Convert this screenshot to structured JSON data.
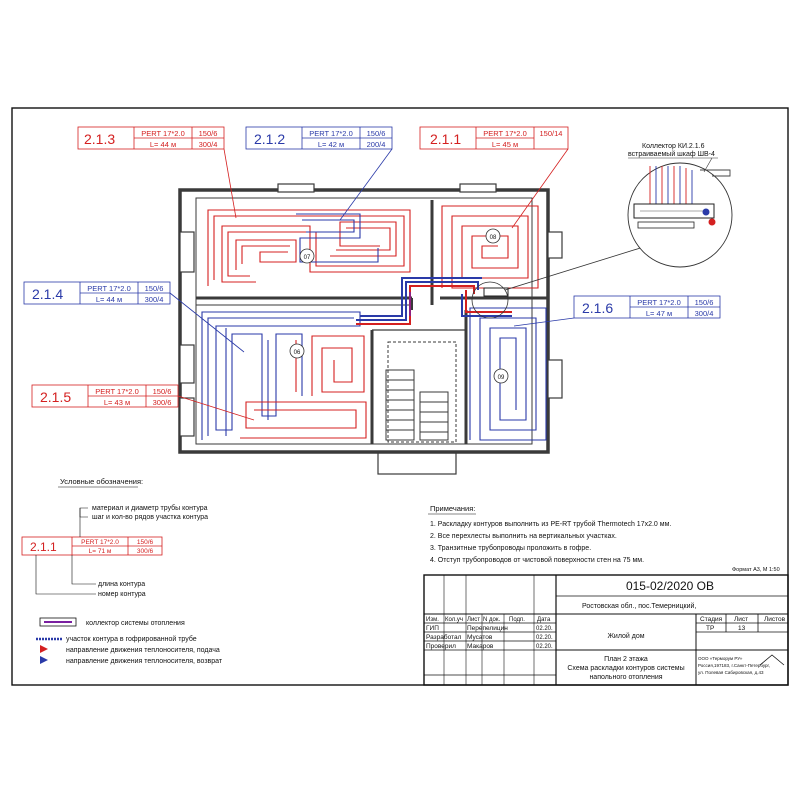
{
  "colors": {
    "supply": "#d42020",
    "return": "#2a3aa8",
    "wall": "#3a3a3a",
    "frame": "#111111"
  },
  "circuits": [
    {
      "id": "2.1.3",
      "pipe": "PERT 17*2.0",
      "length": "L= 44 м",
      "step": "150/6",
      "flow": "300/4",
      "color": "red"
    },
    {
      "id": "2.1.2",
      "pipe": "PERT 17*2.0",
      "length": "L= 42 м",
      "step": "150/6",
      "flow": "200/4",
      "color": "blue"
    },
    {
      "id": "2.1.1",
      "pipe": "PERT 17*2.0",
      "length": "L= 45 м",
      "step": "150/14",
      "flow": "",
      "color": "red"
    },
    {
      "id": "2.1.4",
      "pipe": "PERT 17*2.0",
      "length": "L= 44 м",
      "step": "150/6",
      "flow": "300/4",
      "color": "blue"
    },
    {
      "id": "2.1.6",
      "pipe": "PERT 17*2.0",
      "length": "L= 47 м",
      "step": "150/6",
      "flow": "300/4",
      "color": "blue"
    },
    {
      "id": "2.1.5",
      "pipe": "PERT 17*2.0",
      "length": "L= 43 м",
      "step": "150/6",
      "flow": "300/6",
      "color": "red"
    }
  ],
  "room_markers": [
    "07",
    "08",
    "06",
    "09"
  ],
  "collector": {
    "line1": "Коллектор КИ.2.1.6",
    "line2": "встраиваемый шкаф ШВ-4"
  },
  "legend": {
    "title": "Условные обозначения:",
    "material": "материал и диаметр трубы контура",
    "step": "шаг и кол-во рядов участка контура",
    "length": "длина контура",
    "number": "номер контура",
    "sample_id": "2.1.1",
    "sample_pipe": "PERT 17*2.0",
    "sample_length": "L= 71 м",
    "sample_step": "150/6",
    "sample_flow": "300/6",
    "collector": "коллектор системы отопления",
    "corrugated": "участок контура в гофрированной трубе",
    "supply": "направление движения теплоносителя, подача",
    "return": "направление движения теплоносителя, возврат"
  },
  "notes": {
    "title": "Примечания:",
    "items": [
      "1. Раскладку контуров выполнить из PE-RT трубой Thermotech 17х2.0 мм.",
      "2. Все перехлесты выполнить на вертикальных участках.",
      "3. Транзитные трубопроводы проложить в гофре.",
      "4. Отступ трубопроводов от чистовой поверхности стен на  75 мм."
    ]
  },
  "format": "Формат А3, М 1:50",
  "title_block": {
    "code": "015-02/2020 ОВ",
    "location": "Ростовская обл., пос.Темерницкий,",
    "object": "Жилой дом",
    "plan": "План 2 этажа",
    "scheme1": "Схема раскладки контуров системы",
    "scheme2": "напольного отопления",
    "headers": [
      "Изм.",
      "Кол.уч",
      "Лист",
      "N док.",
      "Подп.",
      "Дата"
    ],
    "rows": [
      {
        "role": "ГИП",
        "name": "Перепелицин",
        "date": "02.20."
      },
      {
        "role": "Разработал",
        "name": "Мусатов",
        "date": "02.20."
      },
      {
        "role": "Проверил",
        "name": "Макаров",
        "date": "02.20."
      }
    ],
    "stage_label": "Стадия",
    "sheet_label": "Лист",
    "sheets_label": "Листов",
    "stage": "ТР",
    "sheet": "13",
    "company": "ООО «Терморум РУ»",
    "address1": "Россия,197183, г.Санкт-Петербург,",
    "address2": "ул. Полевая Сабировская, д.43"
  }
}
